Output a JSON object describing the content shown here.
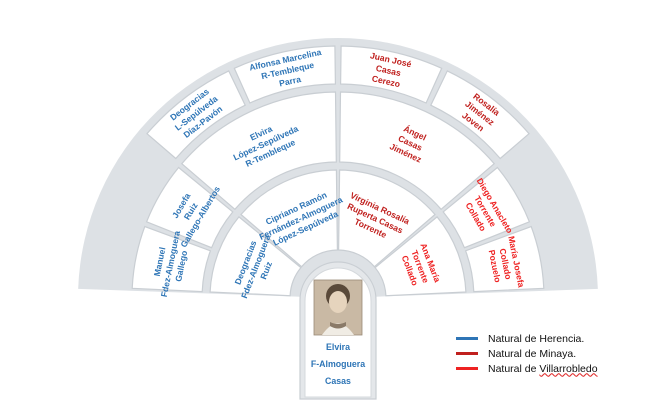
{
  "people": [
    {
      "id": "manuel",
      "lines": [
        "Manuel",
        "Fdez-Almoguera",
        "Gallego"
      ],
      "origin": "herencia"
    },
    {
      "id": "deogracias-r",
      "lines": [
        "Deogracias",
        "Fdez-Almoguera",
        "Ruiz"
      ],
      "origin": "herencia"
    },
    {
      "id": "cipriano",
      "lines": [
        "Cipriano Ramón",
        "Fernández-Almoguera",
        "López-Sepúlveda"
      ],
      "origin": "herencia"
    },
    {
      "id": "josefa",
      "lines": [
        "Josefa",
        "Ruiz",
        "Gallego-Albertos"
      ],
      "origin": "herencia"
    },
    {
      "id": "elvira-l",
      "lines": [
        "Elvira",
        "López-Sepúlveda",
        "R-Tembleque"
      ],
      "origin": "herencia"
    },
    {
      "id": "deogracias-l",
      "lines": [
        "Deogracias",
        "L-Sepúlveda",
        "Díaz-Pavón"
      ],
      "origin": "herencia"
    },
    {
      "id": "alfonsa",
      "lines": [
        "Alfonsa Marcelina",
        "R-Tembleque",
        "Parra"
      ],
      "origin": "herencia"
    },
    {
      "id": "juan",
      "lines": [
        "Juan José",
        "Casas",
        "Cerezo"
      ],
      "origin": "minaya"
    },
    {
      "id": "angel",
      "lines": [
        "Ángel",
        "Casas",
        "Jiménez"
      ],
      "origin": "minaya"
    },
    {
      "id": "rosalia",
      "lines": [
        "Rosalía",
        "Jiménez",
        "Joven"
      ],
      "origin": "minaya"
    },
    {
      "id": "virginia",
      "lines": [
        "Virginia Rosalía",
        "Ruperta Casas",
        "Torrente"
      ],
      "origin": "minaya"
    },
    {
      "id": "diego",
      "lines": [
        "Diego Anacleto",
        "Torrente",
        "Collado"
      ],
      "origin": "villarrobledo"
    },
    {
      "id": "ana",
      "lines": [
        "Ana María",
        "Torrente",
        "Collado"
      ],
      "origin": "villarrobledo"
    },
    {
      "id": "maria",
      "lines": [
        "María Josefa",
        "Collado",
        "Pozuelo"
      ],
      "origin": "villarrobledo"
    }
  ],
  "center": {
    "lines": [
      "Elvira",
      "F-Almoguera",
      "Casas"
    ]
  },
  "colors": {
    "herencia": "#2e75b6",
    "minaya": "#c0201e",
    "villarrobledo": "#ee2222"
  },
  "legend": {
    "herencia": "Natural de Herencia.",
    "minaya": "Natural de Minaya.",
    "villarrobledo_prefix": "Natural de ",
    "villarrobledo_name": "Villarrobledo"
  }
}
